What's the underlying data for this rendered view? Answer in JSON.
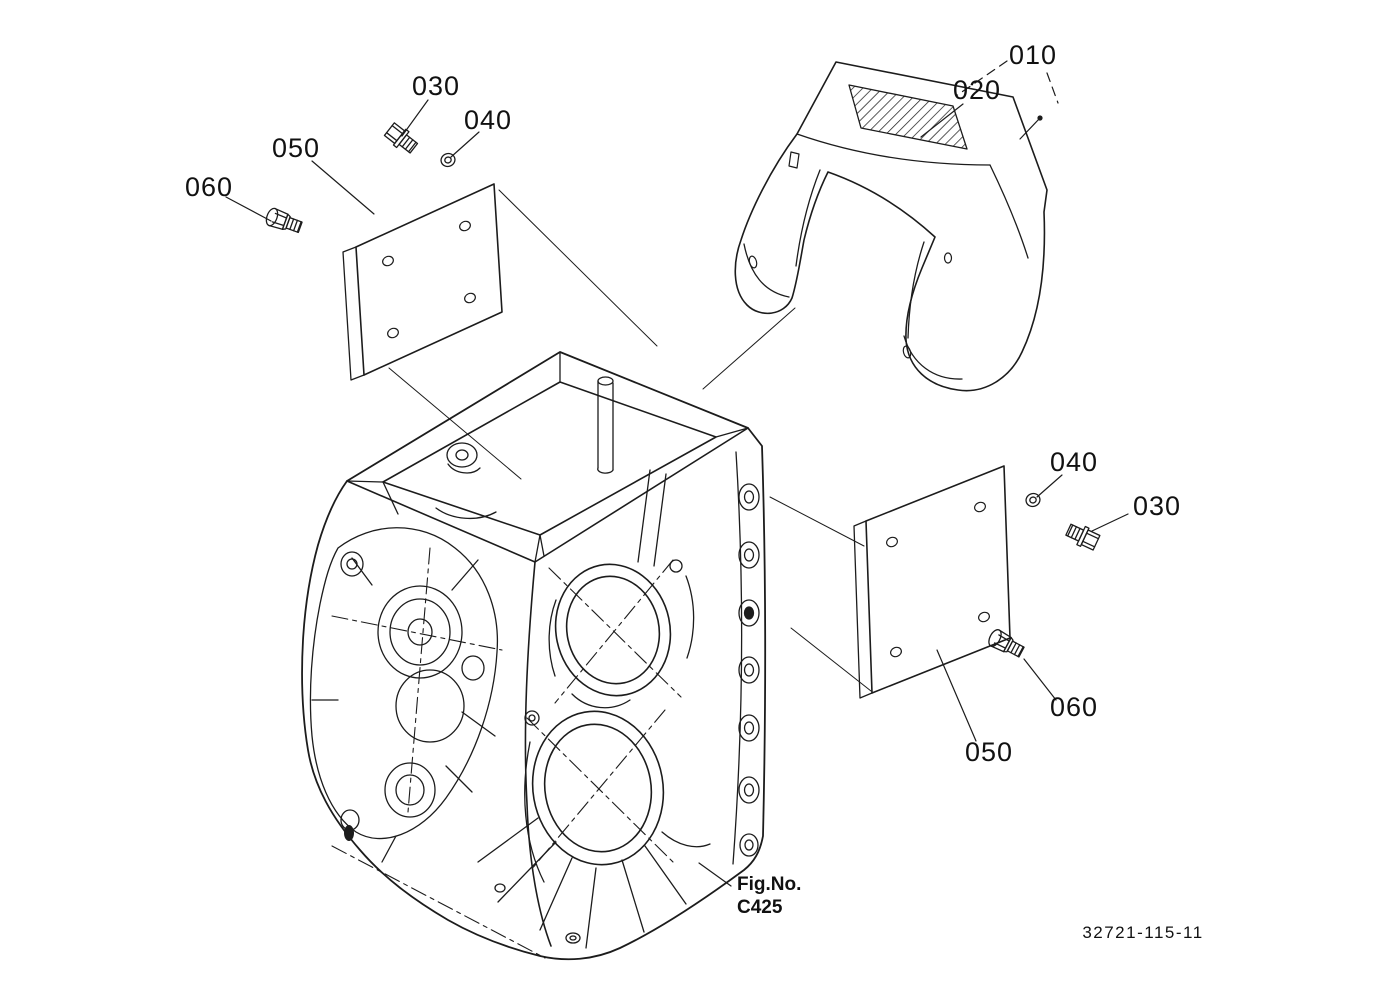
{
  "page": {
    "background": "#ffffff",
    "line_color": "#1c1c1c"
  },
  "callouts": [
    {
      "id": "030-left",
      "text": "030"
    },
    {
      "id": "040-left",
      "text": "040"
    },
    {
      "id": "050-left",
      "text": "050"
    },
    {
      "id": "060-left",
      "text": "060"
    },
    {
      "id": "010",
      "text": "010"
    },
    {
      "id": "020",
      "text": "020"
    },
    {
      "id": "040-right",
      "text": "040"
    },
    {
      "id": "030-right",
      "text": "030"
    },
    {
      "id": "060-right",
      "text": "060"
    },
    {
      "id": "050-right",
      "text": "050"
    }
  ],
  "figure_ref": {
    "label": "Fig.No.",
    "value": "C425"
  },
  "drawing_number": "32721-115-11"
}
